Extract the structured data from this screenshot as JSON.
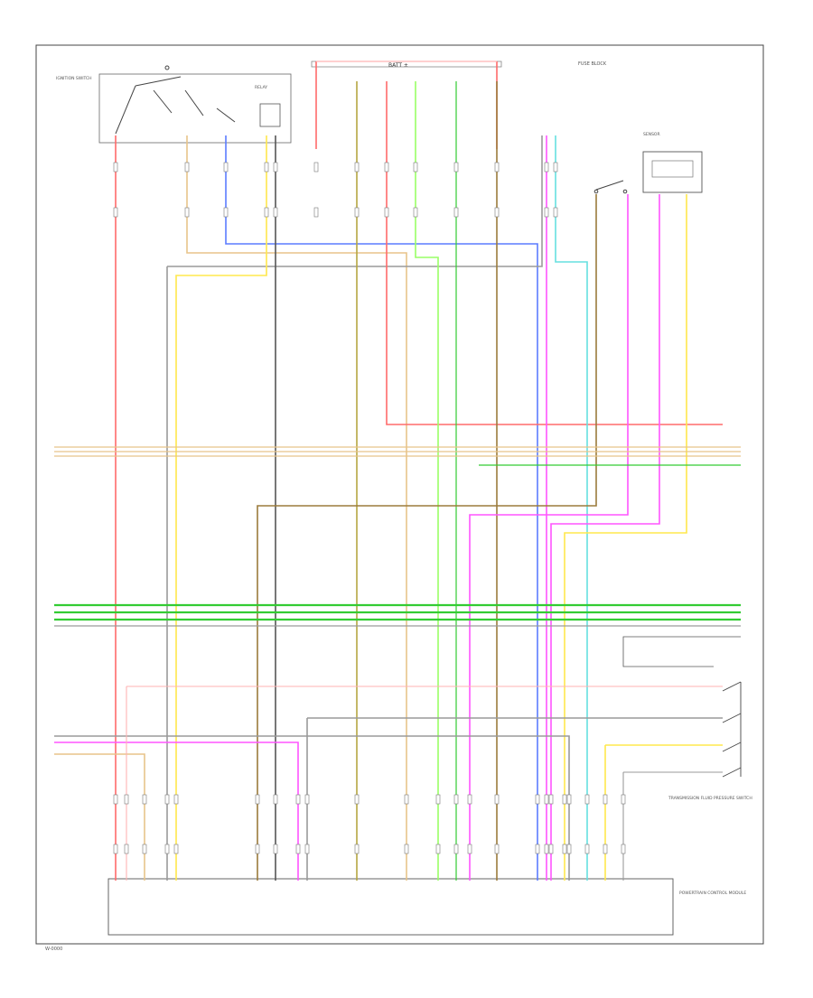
{
  "header": {
    "top_label": "BATT ±",
    "right_label": "FUSE BLOCK"
  },
  "footer": {
    "code": "W-0000"
  },
  "components": {
    "ignition_switch_label": "IGNITION SWITCH",
    "pcm_label": "POWERTRAIN CONTROL MODULE",
    "trans_range_switch_label": "TRANSMISSION FLUID PRESSURE SWITCH",
    "relay_label": "RELAY",
    "sensor_label": "SENSOR"
  },
  "colors": {
    "red": "#ff6b6b",
    "blue": "#5b7cff",
    "green": "#33cc33",
    "yellow": "#ffe84d",
    "tan": "#e8c48a",
    "magenta": "#ff55ff",
    "cyan": "#66e0e0",
    "brown": "#9b7b3c",
    "gray": "#9a9a9a",
    "pink": "#ffb3b3",
    "lime": "#99ff66",
    "olive": "#b5a642",
    "dark": "#555555"
  }
}
